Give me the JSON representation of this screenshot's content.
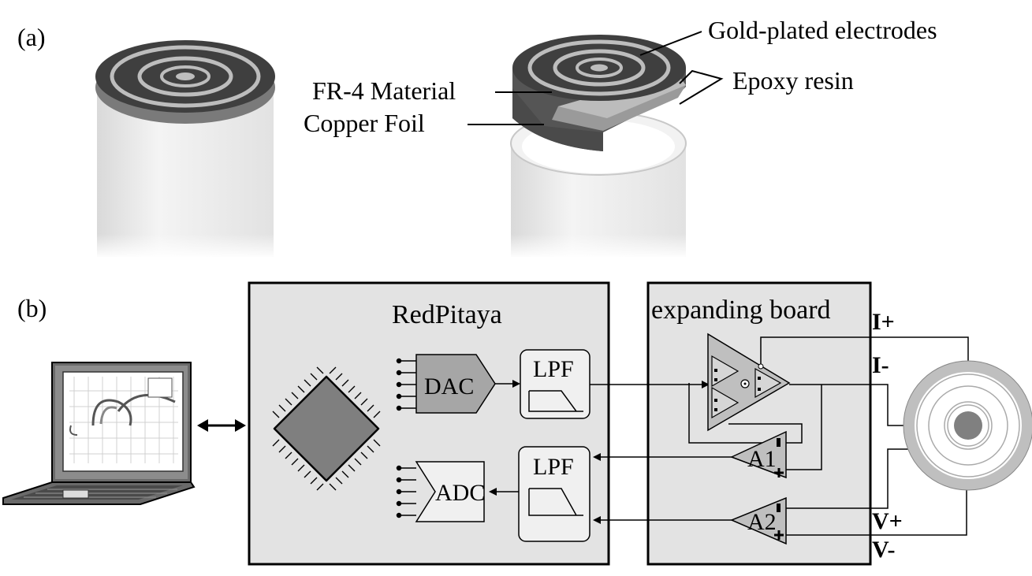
{
  "panel_a": {
    "label": "(a)",
    "gold_electrodes": "Gold-plated electrodes",
    "fr4": "FR-4 Material",
    "epoxy": "Epoxy resin",
    "copper": "Copper Foil"
  },
  "panel_b": {
    "label": "(b)",
    "redpitaya": "RedPitaya",
    "dac": "DAC",
    "adc": "ADC",
    "lpf_top": "LPF",
    "lpf_bottom": "LPF",
    "expanding_board": "expanding board",
    "a1": "A1",
    "a2": "A2",
    "i_plus": "I+",
    "i_minus": "I-",
    "v_plus": "V+",
    "v_minus": "V-"
  },
  "colors": {
    "box_fill": "#e3e3e3",
    "dac_fill": "#a6a6a6",
    "chip_fill": "#7f7f7f",
    "amp_fill": "#bfbfbf",
    "cylinder": "#ececec",
    "disk_top": "#3f3f3f"
  }
}
